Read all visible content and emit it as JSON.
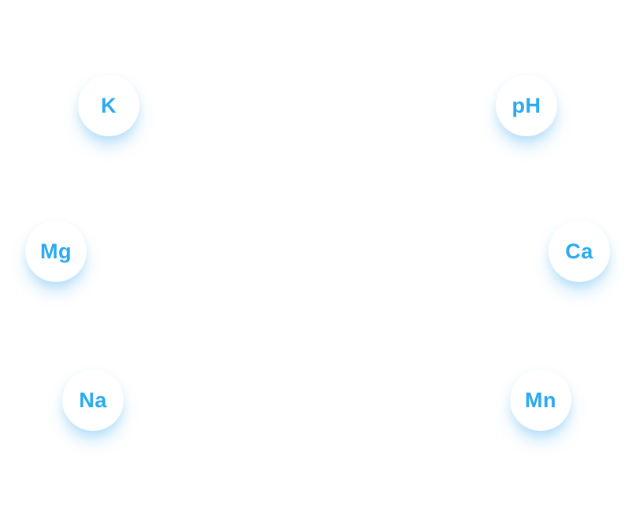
{
  "accent_color": "#29aaf2",
  "elements": [
    {
      "symbol": "K"
    },
    {
      "symbol": "pH"
    },
    {
      "symbol": "Mg"
    },
    {
      "symbol": "Ca"
    },
    {
      "symbol": "Na"
    },
    {
      "symbol": "Mn"
    }
  ]
}
